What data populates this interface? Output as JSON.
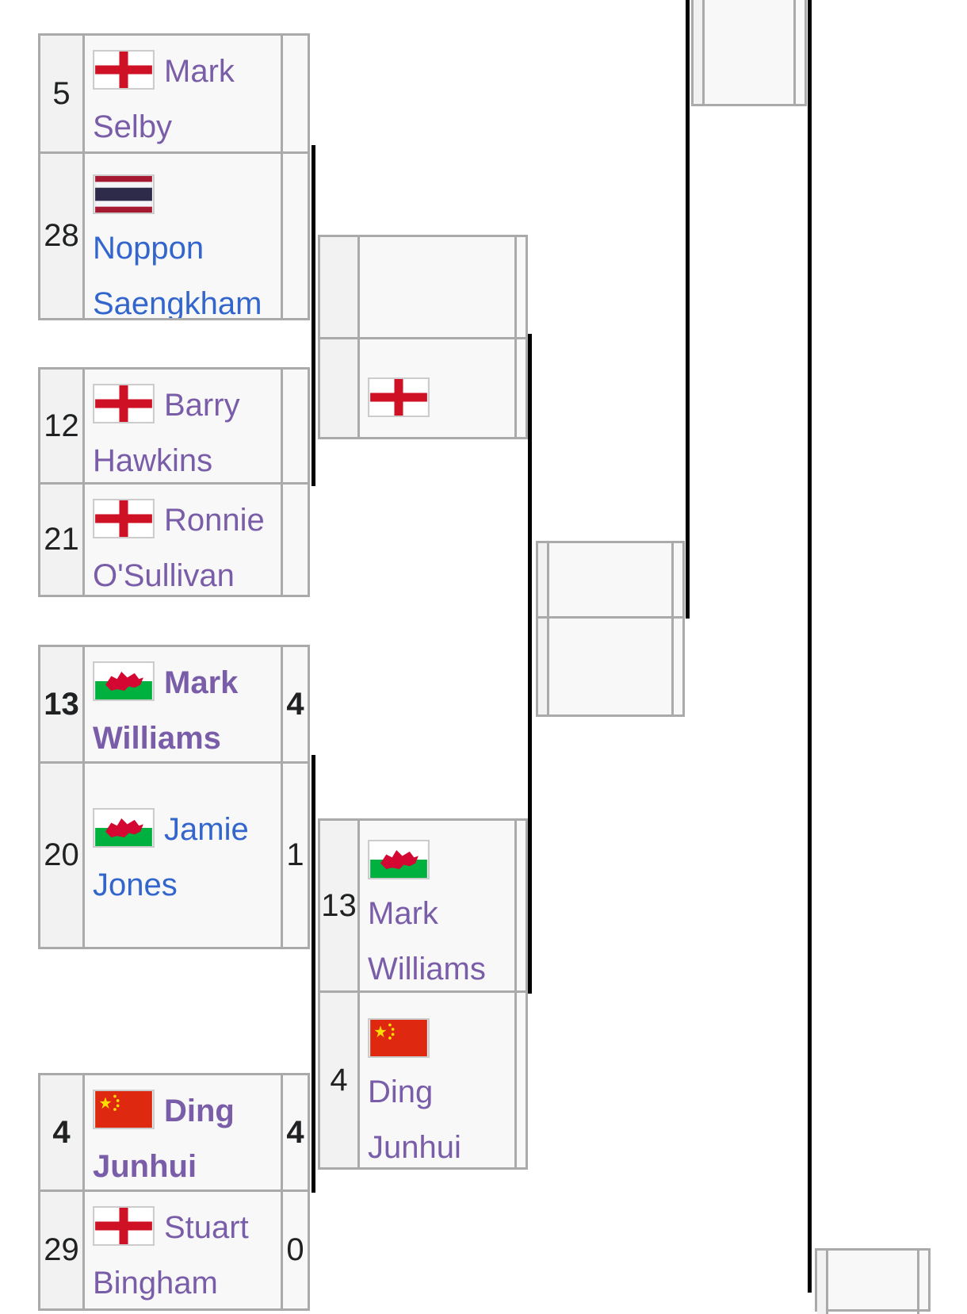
{
  "bracket": {
    "round1": [
      {
        "players": [
          {
            "seed": "5",
            "flag": "england-flag-icon",
            "first": "Mark",
            "last": "Selby",
            "score": ""
          },
          {
            "seed": "28",
            "flag": "thailand-flag-icon",
            "first": "Noppon",
            "last": "Saengkham",
            "score": ""
          }
        ]
      },
      {
        "players": [
          {
            "seed": "12",
            "flag": "england-flag-icon",
            "first": "Barry",
            "last": "Hawkins",
            "score": ""
          },
          {
            "seed": "21",
            "flag": "england-flag-icon",
            "first": "Ronnie",
            "last": "O'Sullivan",
            "score": ""
          }
        ]
      },
      {
        "players": [
          {
            "seed": "13",
            "flag": "wales-flag-icon",
            "first": "Mark",
            "last": "Williams",
            "score": "4"
          },
          {
            "seed": "20",
            "flag": "wales-flag-icon",
            "first": "Jamie",
            "last": "Jones",
            "score": "1"
          }
        ]
      },
      {
        "players": [
          {
            "seed": "4",
            "flag": "china-flag-icon",
            "first": "Ding",
            "last": "Junhui",
            "score": "4"
          },
          {
            "seed": "29",
            "flag": "england-flag-icon",
            "first": "Stuart",
            "last": "Bingham",
            "score": "0"
          }
        ]
      }
    ],
    "round2": [
      {
        "players": [
          {
            "seed": "",
            "flag": "",
            "name": ""
          },
          {
            "seed": "",
            "flag": "england-flag-icon",
            "name": ""
          }
        ]
      },
      {
        "players": [
          {
            "seed": "13",
            "flag": "wales-flag-icon",
            "name_line1": "Mark",
            "name_line2": "Williams"
          },
          {
            "seed": "4",
            "flag": "china-flag-icon",
            "name_line1": "Ding",
            "name_line2": "Junhui"
          }
        ]
      }
    ]
  },
  "colors": {
    "visited_link": "#7a5da8",
    "link": "#3366cc",
    "border": "#aaaaaa",
    "connector": "#000000"
  }
}
